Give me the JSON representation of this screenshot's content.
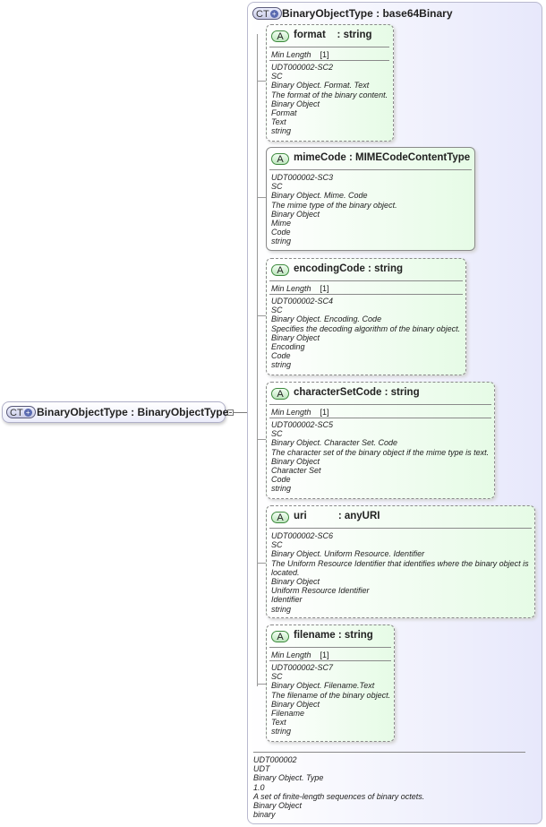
{
  "root": {
    "badge": "CT",
    "name": "BinaryObjectType",
    "type": "BinaryObjectType"
  },
  "container": {
    "badge": "CT",
    "title": "BinaryObjectType : base64Binary",
    "doc": [
      "UDT000002",
      "UDT",
      "Binary Object. Type",
      "1.0",
      "A set of finite-length sequences of binary octets.",
      "Binary Object",
      "binary"
    ]
  },
  "attributes": [
    {
      "badge": "A",
      "name": "format    : string",
      "facet_label": "Min Length",
      "facet_value": "[1]",
      "doc": [
        "UDT000002-SC2",
        "SC",
        "Binary Object. Format. Text",
        "The format of the binary content.",
        "Binary Object",
        "Format",
        "Text",
        "string"
      ]
    },
    {
      "badge": "A",
      "name": "mimeCode : MIMECodeContentType",
      "doc": [
        "UDT000002-SC3",
        "SC",
        "Binary Object. Mime. Code",
        "The mime type of the binary object.",
        "Binary Object",
        "Mime",
        "Code",
        "string"
      ]
    },
    {
      "badge": "A",
      "name": "encodingCode : string",
      "facet_label": "Min Length",
      "facet_value": "[1]",
      "doc": [
        "UDT000002-SC4",
        "SC",
        "Binary Object. Encoding. Code",
        "Specifies the decoding algorithm of the binary object.",
        "Binary Object",
        "Encoding",
        "Code",
        "string"
      ]
    },
    {
      "badge": "A",
      "name": "characterSetCode : string",
      "facet_label": "Min Length",
      "facet_value": "[1]",
      "doc": [
        "UDT000002-SC5",
        "SC",
        "Binary Object. Character Set. Code",
        "The character set of the binary object if the mime type is text.",
        "Binary Object",
        "Character Set",
        "Code",
        "string"
      ]
    },
    {
      "badge": "A",
      "name": "uri           : anyURI",
      "doc": [
        "UDT000002-SC6",
        "SC",
        "Binary Object. Uniform Resource. Identifier",
        "The Uniform Resource Identifier that identifies where the binary object is",
        "located.",
        "Binary Object",
        "Uniform Resource Identifier",
        "Identifier",
        "string"
      ]
    },
    {
      "badge": "A",
      "name": "filename : string",
      "facet_label": "Min Length",
      "facet_value": "[1]",
      "doc": [
        "UDT000002-SC7",
        "SC",
        "Binary Object. Filename.Text",
        "The filename of the binary object.",
        "Binary Object",
        "Filename",
        "Text",
        "string"
      ]
    }
  ]
}
